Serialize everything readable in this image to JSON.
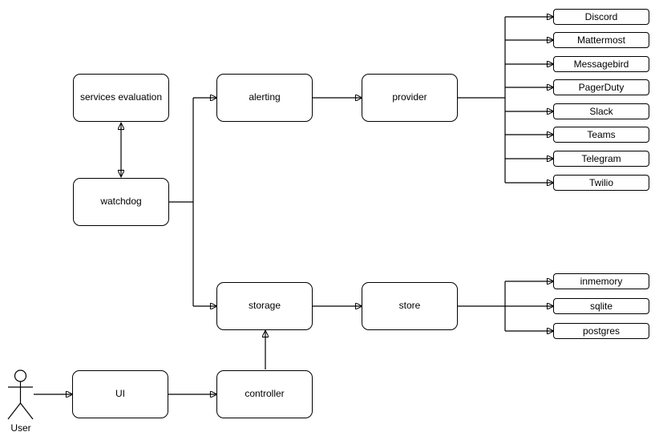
{
  "diagram": {
    "background_color": "#ffffff",
    "stroke_color": "#000000",
    "nodes": {
      "services_evaluation": "services evaluation",
      "watchdog": "watchdog",
      "alerting": "alerting",
      "provider": "provider",
      "storage": "storage",
      "store": "store",
      "ui": "UI",
      "controller": "controller"
    },
    "provider_targets": [
      "Discord",
      "Mattermost",
      "Messagebird",
      "PagerDuty",
      "Slack",
      "Teams",
      "Telegram",
      "Twilio"
    ],
    "store_targets": [
      "inmemory",
      "sqlite",
      "postgres"
    ],
    "actor": {
      "label": "User"
    }
  }
}
